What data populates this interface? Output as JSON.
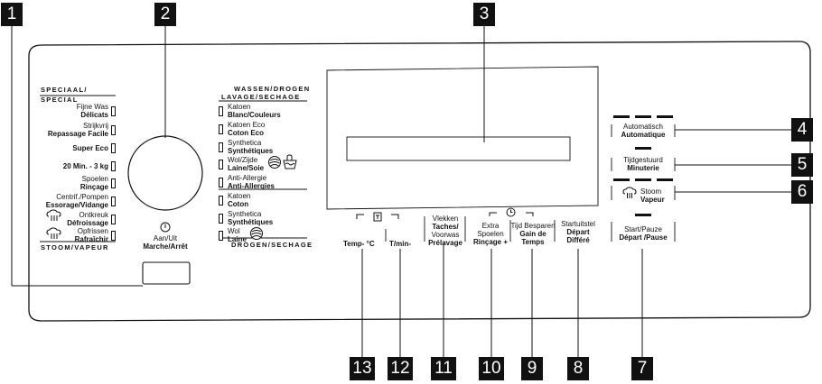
{
  "callouts": [
    "1",
    "2",
    "3",
    "4",
    "5",
    "6",
    "7",
    "8",
    "9",
    "10",
    "11",
    "12",
    "13"
  ],
  "left_programs": {
    "header_nl": "SPECIAAL/",
    "header_fr": "SPECIAL",
    "items": [
      {
        "nl": "Fijne Was",
        "fr": "Délicats"
      },
      {
        "nl": "Strijkvrij",
        "fr": "Repassage Facile"
      },
      {
        "nl": "",
        "fr": "Super Eco"
      },
      {
        "nl": "",
        "fr": "20 Min. - 3 kg"
      },
      {
        "nl": "Spoelen",
        "fr": "Rinçage"
      },
      {
        "nl": "Centrif./Pompen",
        "fr": "Essorage/Vidange"
      },
      {
        "nl": "Ontkreuk",
        "fr": "Défroissage"
      },
      {
        "nl": "Opfrissen",
        "fr": "Rafraîchir"
      }
    ],
    "footer": "STOOM/VAPEUR"
  },
  "right_programs": {
    "header_nl": "WASSEN/DROGEN",
    "header_fr": "LAVAGE/SECHAGE",
    "items": [
      {
        "nl": "Katoen",
        "fr": "Blanc/Couleurs"
      },
      {
        "nl": "Katoen Eco",
        "fr": "Coton Eco"
      },
      {
        "nl": "Synthetica",
        "fr": "Synthétiques"
      },
      {
        "nl": "Wol/Zijde",
        "fr": "Laine/Soie"
      },
      {
        "nl": "Anti-Allergie",
        "fr": "Anti-Allergies"
      },
      {
        "nl": "Katoen",
        "fr": "Coton"
      },
      {
        "nl": "Synthetica",
        "fr": "Synthétiques"
      },
      {
        "nl": "Wol",
        "fr": "Laine"
      }
    ],
    "footer": "DROGEN/SECHAGE"
  },
  "power": {
    "nl": "Aan/Uit",
    "fr": "Marche/Arrêt"
  },
  "bottom_buttons": {
    "temp": "Temp- °C",
    "spin": "T/min-",
    "stains": {
      "l1": "Vlekken",
      "l2": "Taches/",
      "l3": "Voorwas",
      "l4": "Prélavage"
    },
    "rinse": {
      "l1": "Extra",
      "l2": "Spoelen",
      "l3": "Rinçage +"
    },
    "time": {
      "l1": "Tijd Besparen",
      "l2": "Gain de",
      "l3": "Temps"
    },
    "delay": {
      "l1": "Startuitstel",
      "l2": "Départ",
      "l3": "Différé"
    }
  },
  "right_buttons": {
    "auto": {
      "nl": "Automatisch",
      "fr": "Automatique"
    },
    "timed": {
      "nl": "Tijdgestuurd",
      "fr": "Minuterie"
    },
    "steam": {
      "nl": "Stoom",
      "fr": "Vapeur"
    },
    "start": {
      "nl": "Start/Pauze",
      "fr": "Départ /Pause"
    }
  },
  "icons": [
    "power-icon",
    "steam-icon",
    "wool-icon",
    "hand-wash-icon",
    "lock-icon",
    "clock-icon"
  ]
}
